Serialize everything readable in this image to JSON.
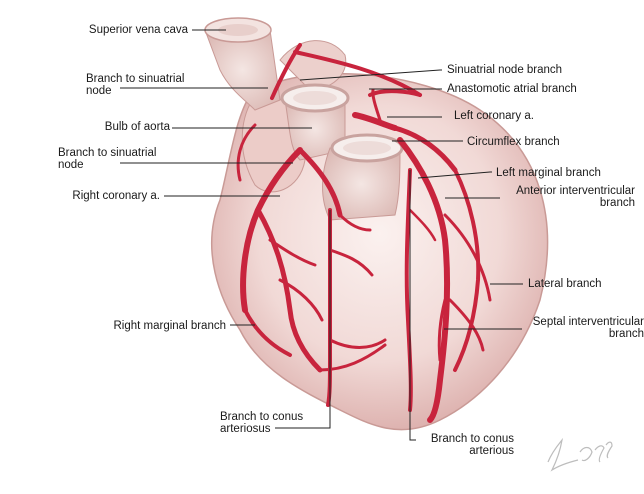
{
  "labels": {
    "superior_vena_cava": "Superior vena cava",
    "branch_sinuatrial_1": [
      "Branch to sinuatrial",
      "node"
    ],
    "bulb_of_aorta": "Bulb of aorta",
    "branch_sinuatrial_2": [
      "Branch to sinuatrial",
      "node"
    ],
    "right_coronary": "Right coronary a.",
    "right_marginal": "Right marginal branch",
    "branch_conus_left": [
      "Branch to conus",
      "arteriosus"
    ],
    "sinuatrial_node_branch": "Sinuatrial node branch",
    "anastomotic_atrial": "Anastomotic atrial branch",
    "left_coronary": "Left coronary a.",
    "circumflex": "Circumflex branch",
    "left_marginal": "Left marginal branch",
    "anterior_interventricular": [
      "Anterior interventricular",
      "branch"
    ],
    "lateral_branch": "Lateral branch",
    "septal_interventricular": [
      "Septal interventricular",
      "branch"
    ],
    "branch_conus_right": [
      "Branch to conus",
      "arterious"
    ]
  },
  "signature": "L.Schlegel."
}
